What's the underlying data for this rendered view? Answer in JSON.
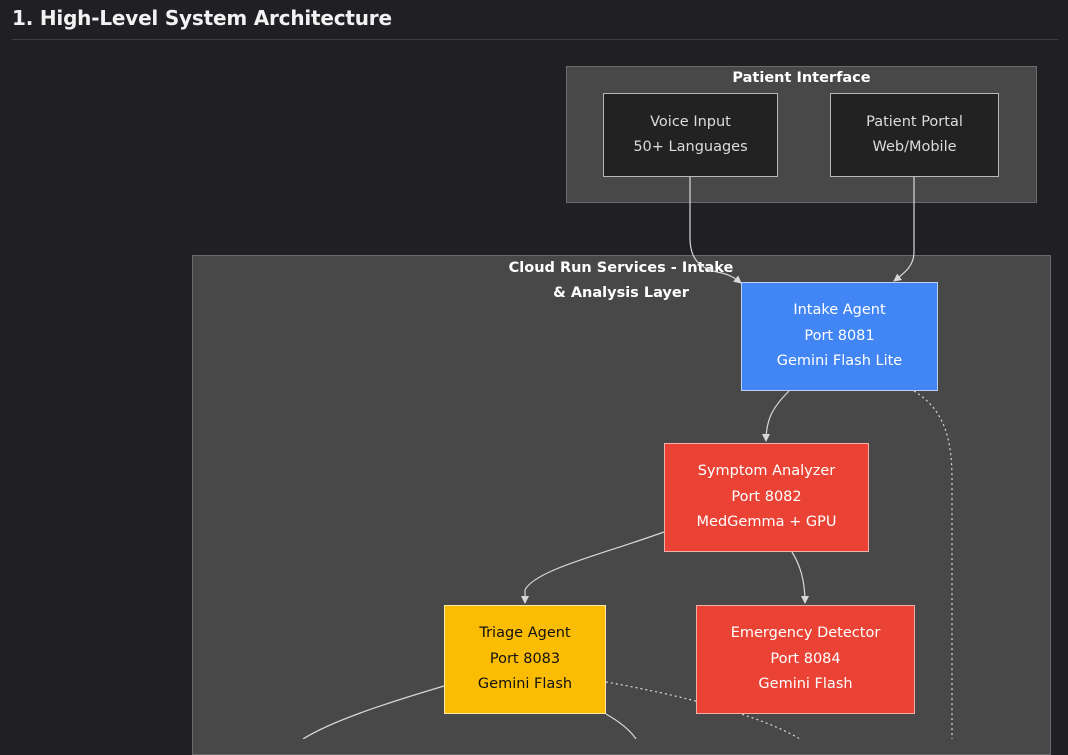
{
  "header": {
    "title": "1. High-Level System Architecture"
  },
  "groups": {
    "patient_interface": {
      "title": "Patient Interface"
    },
    "cloud_run": {
      "title_line1": "Cloud Run Services - Intake",
      "title_line2": "& Analysis Layer"
    }
  },
  "nodes": {
    "voice_input": {
      "line1": "Voice Input",
      "line2": "50+ Languages"
    },
    "patient_portal": {
      "line1": "Patient Portal",
      "line2": "Web/Mobile"
    },
    "intake_agent": {
      "line1": "Intake Agent",
      "line2": "Port 8081",
      "line3": "Gemini Flash Lite"
    },
    "symptom_analyzer": {
      "line1": "Symptom Analyzer",
      "line2": "Port 8082",
      "line3": "MedGemma + GPU"
    },
    "triage_agent": {
      "line1": "Triage Agent",
      "line2": "Port 8083",
      "line3": "Gemini Flash"
    },
    "emergency_detector": {
      "line1": "Emergency Detector",
      "line2": "Port 8084",
      "line3": "Gemini Flash"
    }
  },
  "colors": {
    "background": "#201f24",
    "group_fill": "#484848",
    "intake": "#4285f4",
    "analyzer": "#ea4335",
    "triage": "#fbbc04",
    "emergency": "#ea4335",
    "edge": "#d8d8d8"
  }
}
